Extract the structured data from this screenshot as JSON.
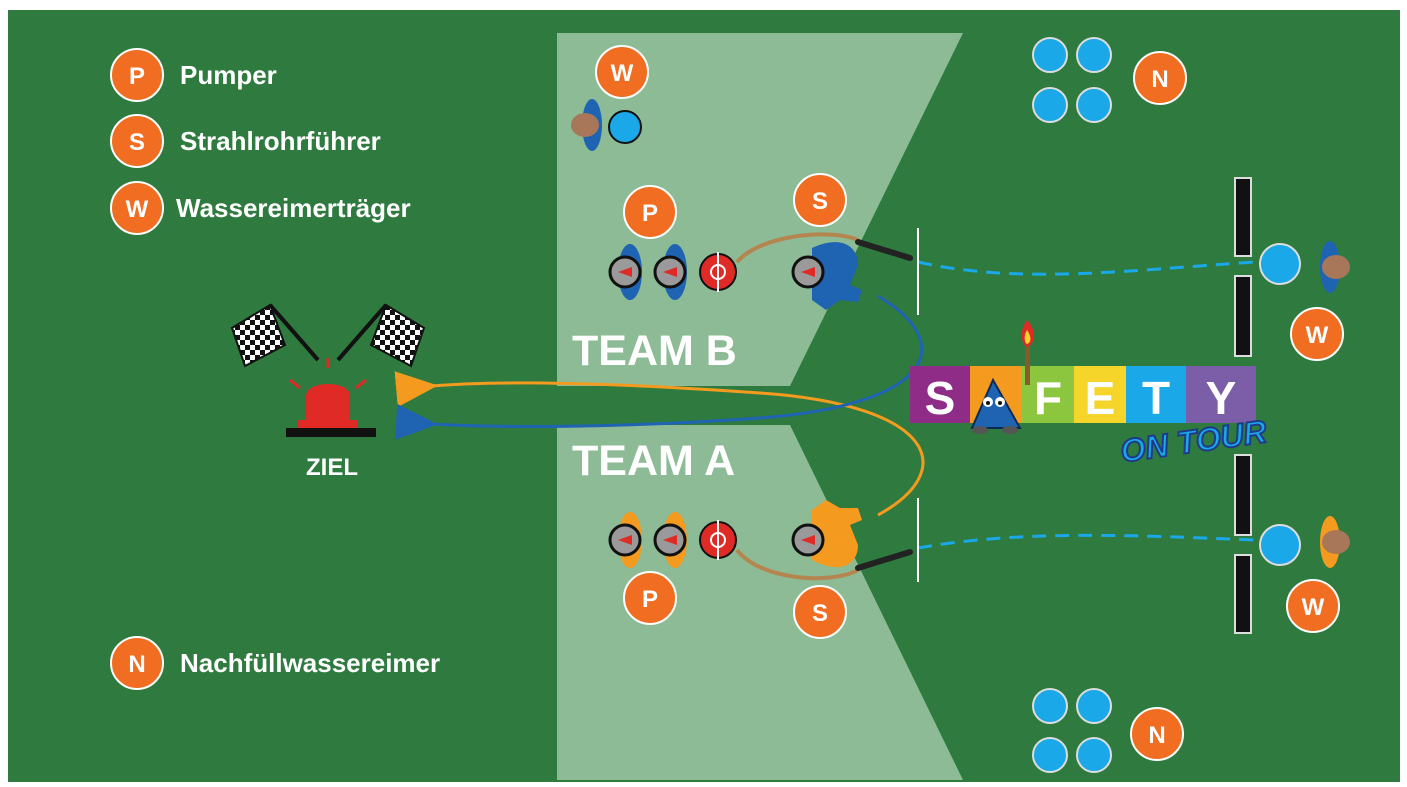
{
  "colors": {
    "grass": "#2e7a3f",
    "grass_dark": "#256a34",
    "zone": "#9cc7a6",
    "badge": "#f06d22",
    "badge_border": "#ffffff",
    "team_a": "#f39a1f",
    "team_b": "#1f63b3",
    "bucket": "#1aa8e8",
    "hose": "#b5854f",
    "alarm": "#e02a26"
  },
  "legend": [
    {
      "letter": "P",
      "label": "Pumper"
    },
    {
      "letter": "S",
      "label": "Strahlrohrführer"
    },
    {
      "letter": "W",
      "label": "Wassereimerträger"
    }
  ],
  "legend_n": {
    "letter": "N",
    "label": "Nachfüllwassereimer"
  },
  "teams": {
    "b": "TEAM B",
    "a": "TEAM A"
  },
  "finish": {
    "label": "ZIEL"
  },
  "badges": {
    "w_top_left": "W",
    "n_top": "N",
    "p_b": "P",
    "s_b": "S",
    "w_right_b": "W",
    "p_a": "P",
    "s_a": "S",
    "w_right_a": "W",
    "n_bottom": "N"
  },
  "logo": {
    "letters": [
      "S",
      "A",
      "F",
      "E",
      "T",
      "Y"
    ],
    "letter_colors": [
      "#8e2c87",
      "#f39a1f",
      "#8cc63f",
      "#f5d52a",
      "#1aa8e8",
      "#7b5ea7"
    ],
    "subtitle": "ON TOUR"
  },
  "icons": {
    "checkered_flag": "checkered-flag-icon",
    "alarm_light": "alarm-light-icon",
    "water_bucket": "water-bucket-icon",
    "firefighter": "firefighter-icon",
    "pump": "pump-icon",
    "mascot": "safety-mascot-icon",
    "torch": "torch-icon"
  }
}
